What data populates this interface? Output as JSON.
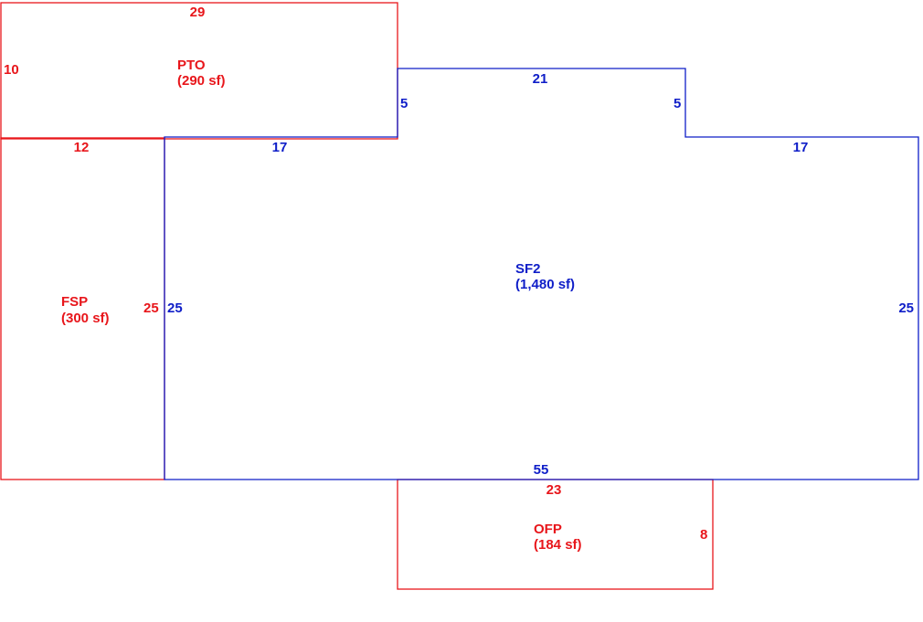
{
  "colors": {
    "red": "#e8161b",
    "blue": "#0f1ec8"
  },
  "areas": {
    "pto": {
      "code": "PTO",
      "area": "(290 sf)",
      "dims": {
        "top": "29",
        "left": "10"
      }
    },
    "fsp": {
      "code": "FSP",
      "area": "(300 sf)",
      "dims": {
        "top": "12",
        "right": "25"
      }
    },
    "sf2": {
      "code": "SF2",
      "area": "(1,480 sf)",
      "dims": {
        "bump_left": "5",
        "bump_top": "21",
        "bump_right": "5",
        "top_left": "17",
        "top_right": "17",
        "left": "25",
        "right": "25",
        "bottom": "55"
      }
    },
    "ofp": {
      "code": "OFP",
      "area": "(184 sf)",
      "dims": {
        "top": "23",
        "right": "8"
      }
    }
  }
}
